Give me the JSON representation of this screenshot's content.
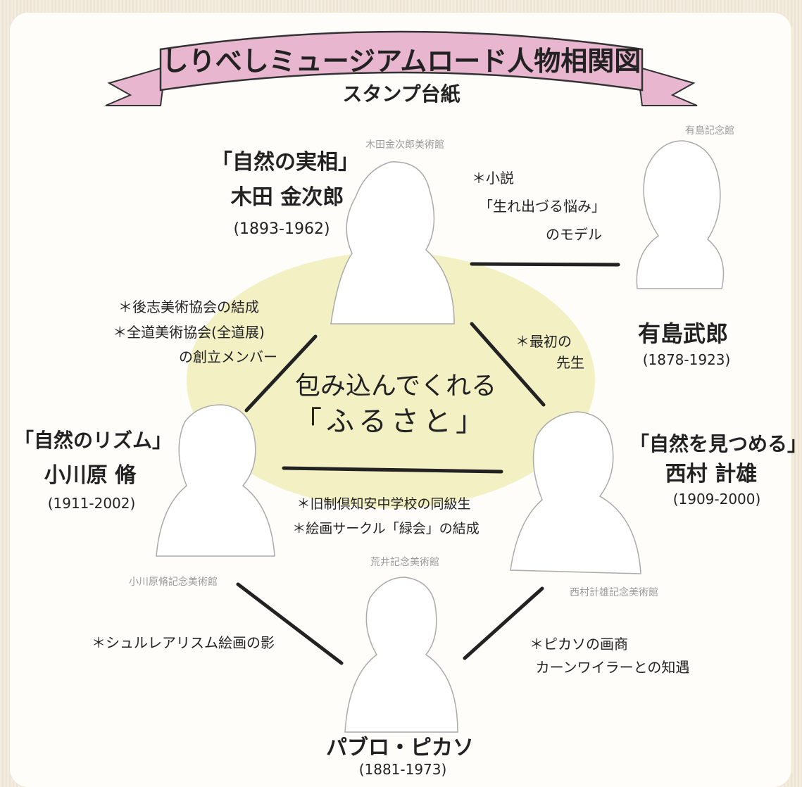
{
  "title": {
    "banner": "しりべしミュージアムロード人物相関図",
    "subtitle": "スタンプ台紙"
  },
  "center": {
    "line1": "包み込んでくれる",
    "line2": "「ふるさと」"
  },
  "museums": {
    "kida": "木田金次郎美術館",
    "arishima": "有島記念館",
    "ogawara": "小川原脩記念美術館",
    "nishimura": "西村計雄記念美術館",
    "arai": "荒井記念美術館"
  },
  "people": {
    "kida": {
      "work": "「自然の実相」",
      "name": "木田 金次郎",
      "years": "(1893-1962)"
    },
    "arishima": {
      "name": "有島武郎",
      "years": "(1878-1923)"
    },
    "ogawara": {
      "work": "「自然のリズム」",
      "name": "小川原 脩",
      "years": "(1911-2002)"
    },
    "nishimura": {
      "work": "「自然を見つめる」",
      "name": "西村 計雄",
      "years": "(1909-2000)"
    },
    "picasso": {
      "name": "パブロ・ピカソ",
      "years": "(1881-1973)"
    }
  },
  "relations": {
    "kida_arishima": [
      "＊小説",
      "「生れ出づる悩み」",
      "のモデル"
    ],
    "kida_ogawara": [
      "＊後志美術協会の結成",
      "＊全道美術協会(全道展)",
      "の創立メンバー"
    ],
    "kida_nishimura": [
      "＊最初の",
      "先生"
    ],
    "ogawara_nishimura": [
      "＊旧制倶知安中学校の同級生",
      "＊絵画サークル「緑会」の結成"
    ],
    "ogawara_picasso": [
      "＊シュルレアリスム絵画の影"
    ],
    "nishimura_picasso": [
      "＊ピカソの画商",
      "カーンワイラーとの知遇"
    ]
  },
  "colors": {
    "banner": "#e8b7cf",
    "banner_dark": "#d39ab8",
    "center_blob": "#f3f0c4",
    "ink": "#222222",
    "caption": "#9a9a9a"
  }
}
